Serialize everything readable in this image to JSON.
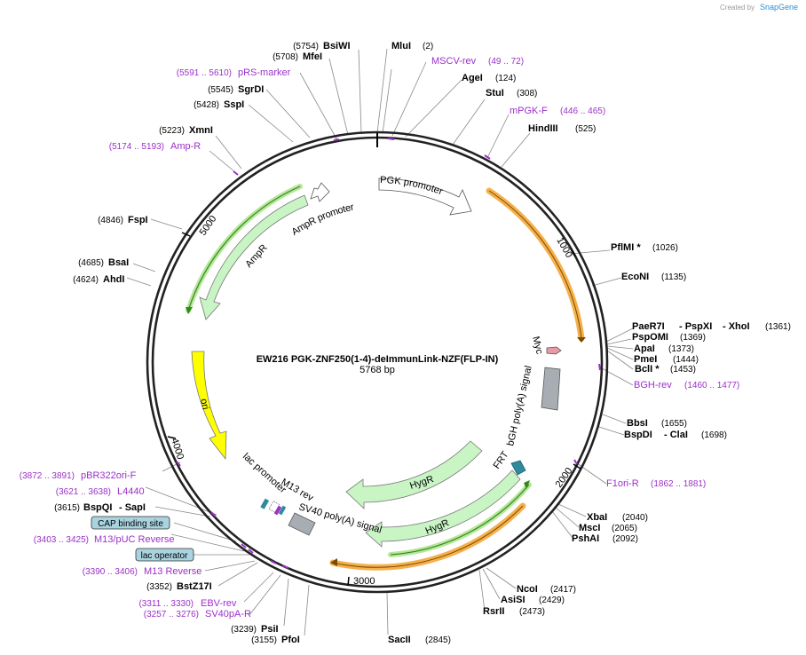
{
  "plasmid": {
    "name": "EW216 PGK-ZNF250(1-4)-deImmunLink-NZF(FLP-IN)",
    "length_label": "5768 bp",
    "length": 5768
  },
  "branding": {
    "credit": "Created by",
    "logo": "SnapGene"
  },
  "ticks": [
    "1000",
    "2000",
    "3000",
    "4000",
    "5000"
  ],
  "enzymes": [
    {
      "name": "MluI",
      "pos": "(2)"
    },
    {
      "name": "AgeI",
      "pos": "(124)"
    },
    {
      "name": "StuI",
      "pos": "(308)"
    },
    {
      "name": "HindIII",
      "pos": "(525)"
    },
    {
      "name": "PflMI *",
      "pos": "(1026)"
    },
    {
      "name": "EcoNI",
      "pos": "(1135)"
    },
    {
      "name": "PaeR7I",
      "pos": ""
    },
    {
      "name": "- PspXI",
      "pos": ""
    },
    {
      "name": "- XhoI",
      "pos": "(1361)"
    },
    {
      "name": "PspOMI",
      "pos": "(1369)"
    },
    {
      "name": "ApaI",
      "pos": "(1373)"
    },
    {
      "name": "PmeI",
      "pos": "(1444)"
    },
    {
      "name": "BclI *",
      "pos": "(1453)"
    },
    {
      "name": "BbsI",
      "pos": "(1655)"
    },
    {
      "name": "BspDI",
      "pos": ""
    },
    {
      "name": "- ClaI",
      "pos": "(1698)"
    },
    {
      "name": "XbaI",
      "pos": "(2040)"
    },
    {
      "name": "MscI",
      "pos": "(2065)"
    },
    {
      "name": "PshAI",
      "pos": "(2092)"
    },
    {
      "name": "NcoI",
      "pos": "(2417)"
    },
    {
      "name": "AsiSI",
      "pos": "(2429)"
    },
    {
      "name": "RsrII",
      "pos": "(2473)"
    },
    {
      "name": "SacII",
      "pos": "(2845)"
    },
    {
      "name": "PfoI",
      "pos": "(3155)"
    },
    {
      "name": "PsiI",
      "pos": "(3239)"
    },
    {
      "name": "BstZ17I",
      "pos": "(3352)"
    },
    {
      "name": "BspQI",
      "pos": ""
    },
    {
      "name": "- SapI",
      "pos": "(3615)"
    },
    {
      "name": "AhdI",
      "pos": "(4624)"
    },
    {
      "name": "BsaI",
      "pos": "(4685)"
    },
    {
      "name": "FspI",
      "pos": "(4846)"
    },
    {
      "name": "XmnI",
      "pos": "(5223)"
    },
    {
      "name": "SspI",
      "pos": "(5428)"
    },
    {
      "name": "SgrDI",
      "pos": "(5545)"
    },
    {
      "name": "MfeI",
      "pos": "(5708)"
    },
    {
      "name": "BsiWI",
      "pos": "(5754)"
    }
  ],
  "primers": [
    {
      "name": "MSCV-rev",
      "pos": "(49 .. 72)"
    },
    {
      "name": "mPGK-F",
      "pos": "(446 .. 465)"
    },
    {
      "name": "BGH-rev",
      "pos": "(1460 .. 1477)"
    },
    {
      "name": "F1ori-R",
      "pos": "(1862 .. 1881)"
    },
    {
      "name": "EBV-rev",
      "pos": "(3311 .. 3330)"
    },
    {
      "name": "SV40pA-R",
      "pos": "(3257 .. 3276)"
    },
    {
      "name": "M13 Reverse",
      "pos": "(3390 .. 3406)"
    },
    {
      "name": "M13/pUC Reverse",
      "pos": "(3403 .. 3425)"
    },
    {
      "name": "L4440",
      "pos": "(3621 .. 3638)"
    },
    {
      "name": "pBR322ori-F",
      "pos": "(3872 .. 3891)"
    },
    {
      "name": "Amp-R",
      "pos": "(5174 .. 5193)"
    },
    {
      "name": "pRS-marker",
      "pos": "(5591 .. 5610)"
    }
  ],
  "boxed_features": [
    "CAP binding site",
    "lac operator"
  ],
  "features": [
    "PGK promoter",
    "Myc",
    "bGH poly(A) signal",
    "FRT",
    "HygR",
    "HygR",
    "SV40 poly(A) signal",
    "M13 rev",
    "lac promoter",
    "ori",
    "AmpR",
    "AmpR promoter"
  ],
  "colors": {
    "backbone": "#222222",
    "primer": "#9b30c8",
    "orf_orange": "#f5b04c",
    "orf_green": "#2f8a1a",
    "feature_green": "#c9f5c5",
    "ori_yellow": "#ffff00",
    "polyA_gray": "#a8adb3",
    "frt_teal": "#2f8a9c",
    "myc_pink": "#e89aa6",
    "box_fill": "#a9d3df"
  }
}
